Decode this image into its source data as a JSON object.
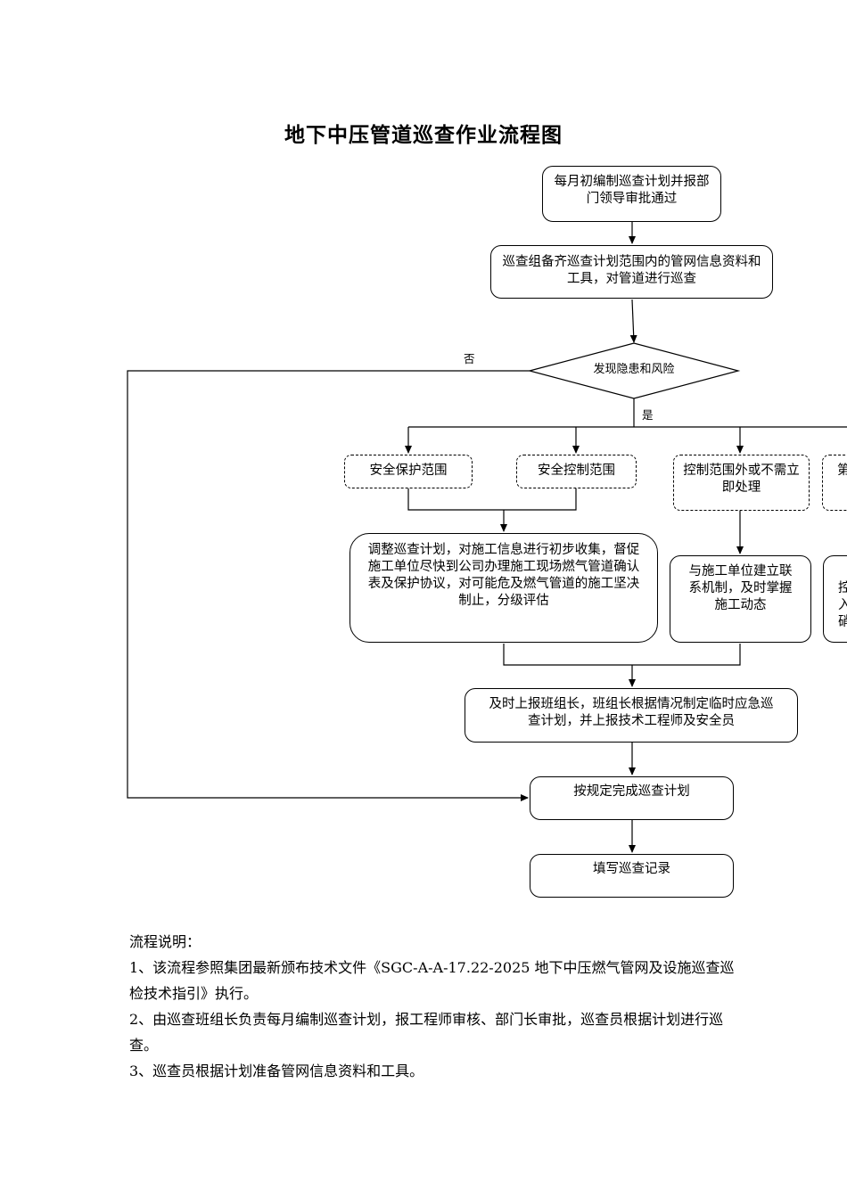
{
  "title": "地下中压管道巡查作业流程图",
  "nodes": {
    "plan": "每月初编制巡查计划并报部门领导审批通过",
    "prepare": "巡查组备齐巡查计划范围内的管网信息资料和工具，对管道进行巡查",
    "decision": "发现隐患和风险",
    "safe_protect": "安全保护范围",
    "safe_control": "安全控制范围",
    "outside_control": "控制范围外或不需立即处理",
    "fourth_branch_partial": "第",
    "adjust_plan": "调整巡查计划，对施工信息进行初步收集，督促施工单位尽快到公司办理施工现场燃气管道确认表及保护协议，对可能危及燃气管道的施工坚决制止，分级评估",
    "liaison": "与施工单位建立联系机制，及时掌握施工动态",
    "fourth_box_partial": "控\n入\n硝",
    "report": "及时上报班组长，班组长根据情况制定临时应急巡查计划，并上报技术工程师及安全员",
    "complete": "按规定完成巡查计划",
    "record": "填写巡查记录"
  },
  "edge_labels": {
    "no": "否",
    "yes": "是"
  },
  "notes": {
    "heading": "流程说明：",
    "item1": "1、该流程参照集团最新颁布技术文件《SGC-A-A-17.22-2025 地下中压燃气管网及设施巡查巡检技术指引》执行。",
    "item2": "2、由巡查班组长负责每月编制巡查计划，报工程师审核、部门长审批，巡查员根据计划进行巡查。",
    "item3": "3、巡查员根据计划准备管网信息资料和工具。"
  }
}
